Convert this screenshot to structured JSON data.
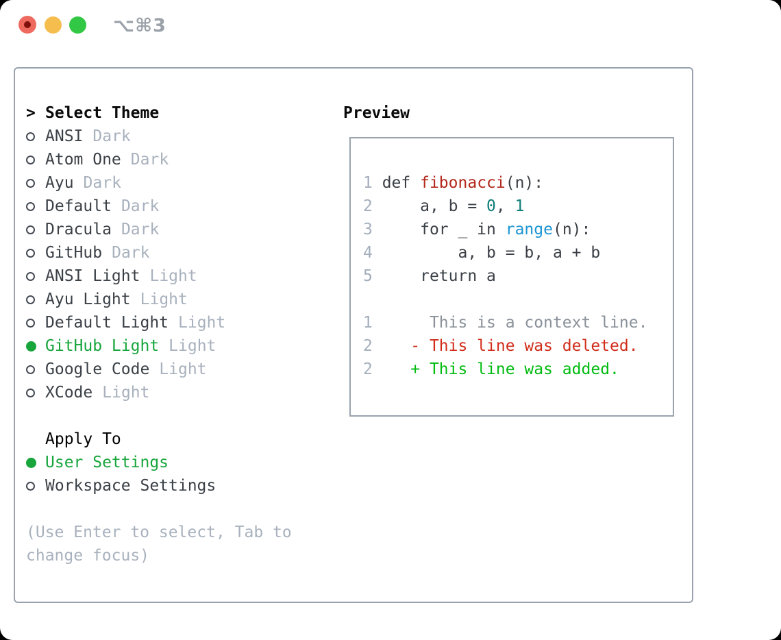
{
  "window": {
    "titlebar_shortcut": "⌥⌘3"
  },
  "theme_picker": {
    "header_prompt": ">",
    "header": "Select Theme",
    "themes": [
      {
        "name": "ANSI",
        "tag": "Dark",
        "selected": false
      },
      {
        "name": "Atom One",
        "tag": "Dark",
        "selected": false
      },
      {
        "name": "Ayu",
        "tag": "Dark",
        "selected": false
      },
      {
        "name": "Default",
        "tag": "Dark",
        "selected": false
      },
      {
        "name": "Dracula",
        "tag": "Dark",
        "selected": false
      },
      {
        "name": "GitHub",
        "tag": "Dark",
        "selected": false
      },
      {
        "name": "ANSI Light",
        "tag": "Light",
        "selected": false
      },
      {
        "name": "Ayu Light",
        "tag": "Light",
        "selected": false
      },
      {
        "name": "Default Light",
        "tag": "Light",
        "selected": false
      },
      {
        "name": "GitHub Light",
        "tag": "Light",
        "selected": true
      },
      {
        "name": "Google Code",
        "tag": "Light",
        "selected": false
      },
      {
        "name": "XCode",
        "tag": "Light",
        "selected": false
      }
    ]
  },
  "apply_to": {
    "header": "Apply To",
    "options": [
      {
        "name": "User Settings",
        "selected": true
      },
      {
        "name": "Workspace Settings",
        "selected": false
      }
    ]
  },
  "hint": {
    "line1": "(Use Enter to select, Tab to",
    "line2": "change focus)"
  },
  "preview": {
    "header": "Preview",
    "code_lines": [
      {
        "segments": [
          {
            "t": "1",
            "c": "ln"
          },
          {
            "t": " def ",
            "c": "tx"
          },
          {
            "t": "fibonacci",
            "c": "fn"
          },
          {
            "t": "(n):",
            "c": "tx"
          }
        ]
      },
      {
        "segments": [
          {
            "t": "2",
            "c": "ln"
          },
          {
            "t": "     a, b = ",
            "c": "tx"
          },
          {
            "t": "0",
            "c": "num"
          },
          {
            "t": ", ",
            "c": "tx"
          },
          {
            "t": "1",
            "c": "num"
          }
        ]
      },
      {
        "segments": [
          {
            "t": "3",
            "c": "ln"
          },
          {
            "t": "     for _ in ",
            "c": "tx"
          },
          {
            "t": "range",
            "c": "bi"
          },
          {
            "t": "(n):",
            "c": "tx"
          }
        ]
      },
      {
        "segments": [
          {
            "t": "4",
            "c": "ln"
          },
          {
            "t": "         a, b = b, a + b",
            "c": "tx"
          }
        ]
      },
      {
        "segments": [
          {
            "t": "5",
            "c": "ln"
          },
          {
            "t": "     return a",
            "c": "tx"
          }
        ]
      },
      {
        "segments": []
      },
      {
        "segments": [
          {
            "t": "1",
            "c": "ln"
          },
          {
            "t": "      This is a context line.",
            "c": "ctx"
          }
        ]
      },
      {
        "segments": [
          {
            "t": "2",
            "c": "ln"
          },
          {
            "t": "    - This line was deleted.",
            "c": "del"
          }
        ]
      },
      {
        "segments": [
          {
            "t": "2",
            "c": "ln"
          },
          {
            "t": "    + This line was added.",
            "c": "add"
          }
        ]
      }
    ]
  },
  "colors": {
    "selection_green": "#17a53c",
    "added_green": "#00bb10",
    "deleted_red": "#d12d1a",
    "function_red": "#b3281c",
    "number_teal": "#0e7d79",
    "builtin_blue": "#1c95d3",
    "muted_gray": "#a8b1bd",
    "text_dark": "#3a4046",
    "border_gray": "#99a2ae",
    "traffic_red": "#ee6a5f",
    "traffic_yellow": "#f5bd4e",
    "traffic_green": "#32c845"
  }
}
